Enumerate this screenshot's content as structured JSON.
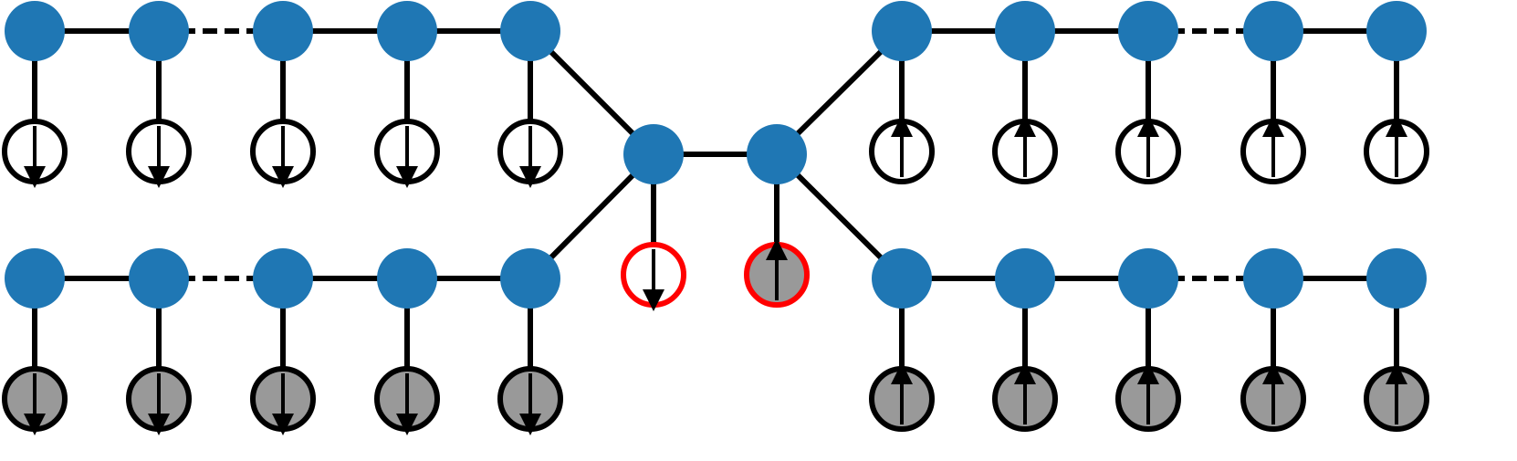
{
  "diagram": {
    "colors": {
      "node": "#1f77b4",
      "edge": "#000000",
      "spin_ring": "#000000",
      "spin_ring_highlight": "#ff0000",
      "spin_fill_light": "#ffffff",
      "spin_fill_dark": "#999999",
      "arrow": "#000000"
    },
    "chains": [
      {
        "id": "upper-left",
        "connector_to_center": "left-center",
        "spins": [
          {
            "direction": "down",
            "fill": "light"
          },
          {
            "direction": "down",
            "fill": "light"
          },
          {
            "direction": "down",
            "fill": "light"
          },
          {
            "direction": "down",
            "fill": "light"
          },
          {
            "direction": "down",
            "fill": "light"
          }
        ],
        "dashed_gap_after_index": 1
      },
      {
        "id": "lower-left",
        "connector_to_center": "left-center",
        "spins": [
          {
            "direction": "down",
            "fill": "dark"
          },
          {
            "direction": "down",
            "fill": "dark"
          },
          {
            "direction": "down",
            "fill": "dark"
          },
          {
            "direction": "down",
            "fill": "dark"
          },
          {
            "direction": "down",
            "fill": "dark"
          }
        ],
        "dashed_gap_after_index": 1
      },
      {
        "id": "upper-right",
        "connector_to_center": "right-center",
        "spins": [
          {
            "direction": "up",
            "fill": "light"
          },
          {
            "direction": "up",
            "fill": "light"
          },
          {
            "direction": "up",
            "fill": "light"
          },
          {
            "direction": "up",
            "fill": "light"
          },
          {
            "direction": "up",
            "fill": "light"
          }
        ],
        "dashed_gap_after_index": 2
      },
      {
        "id": "lower-right",
        "connector_to_center": "right-center",
        "spins": [
          {
            "direction": "up",
            "fill": "dark"
          },
          {
            "direction": "up",
            "fill": "dark"
          },
          {
            "direction": "up",
            "fill": "dark"
          },
          {
            "direction": "up",
            "fill": "dark"
          },
          {
            "direction": "up",
            "fill": "dark"
          }
        ],
        "dashed_gap_after_index": 2
      }
    ],
    "center": [
      {
        "id": "left-center",
        "spin": {
          "direction": "down",
          "fill": "light",
          "highlight": true
        }
      },
      {
        "id": "right-center",
        "spin": {
          "direction": "up",
          "fill": "dark",
          "highlight": true
        }
      }
    ]
  }
}
